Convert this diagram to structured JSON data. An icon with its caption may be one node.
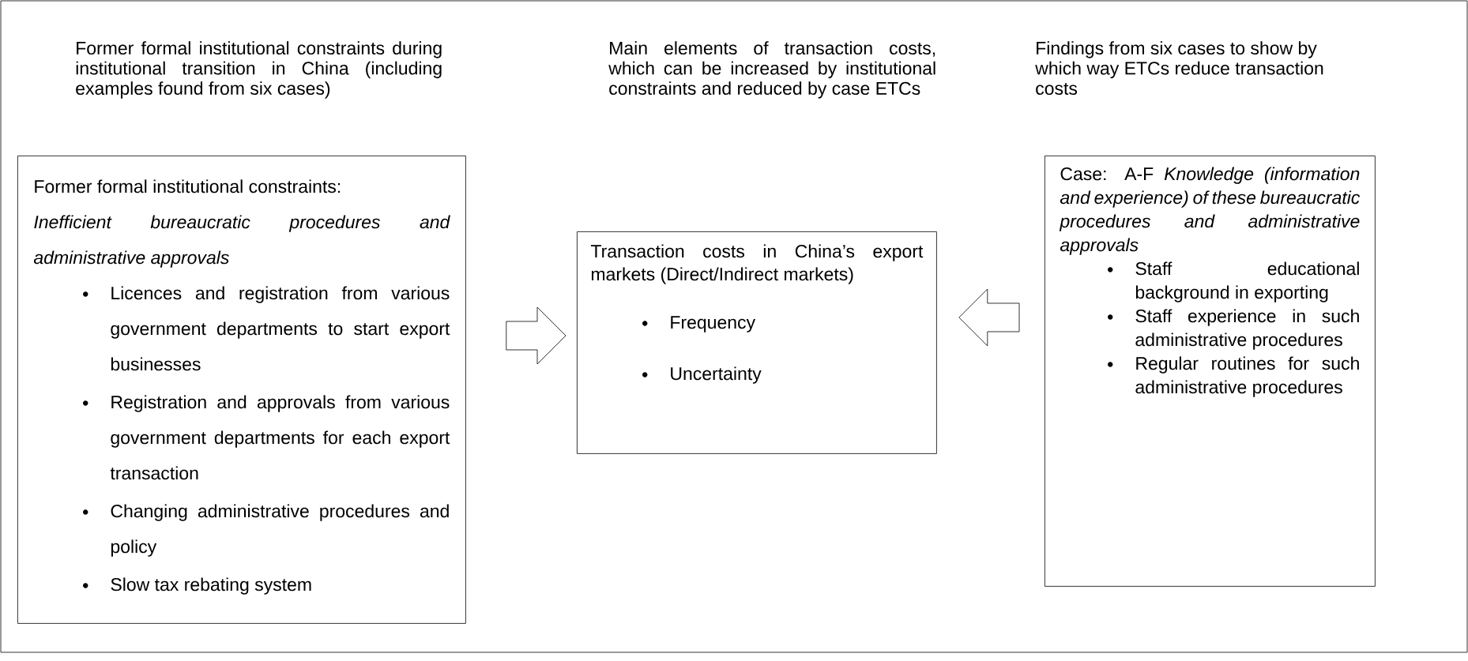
{
  "diagram": {
    "nodes": [
      {
        "text": [
          "Former formal institutional constraints:",
          "Inefficient bureaucratic procedures and administrative approvals",
          "Licences and registration from various government departments to start export businesses",
          "Registration and approvals from various government departments for each export transaction",
          "Changing administrative procedures and policy",
          "Slow tax rebating system"
        ]
      },
      {
        "text": [
          "Transaction costs in China’s export markets (Direct/Indirect markets)",
          "Frequency",
          "Uncertainty"
        ]
      },
      {
        "text": [
          "Case: A-F",
          "Knowledge (information and experience) of these bureaucratic procedures and administrative approvals",
          "Staff educational background in exporting",
          "Staff experience in such administrative procedures",
          "Regular routines for such administrative procedures"
        ]
      }
    ],
    "edges": [
      {
        "from": 0,
        "to": 1,
        "arrow": "to"
      },
      {
        "from": 2,
        "to": 1,
        "arrow": "to"
      }
    ],
    "labels": [
      "Former formal institutional constraints during institutional transition in China (including examples found from six cases)",
      "Main elements of transaction costs, which can be increased by institutional constraints and reduced by case ETCs",
      "Findings from six cases to show by which way ETCs reduce transaction costs"
    ]
  }
}
